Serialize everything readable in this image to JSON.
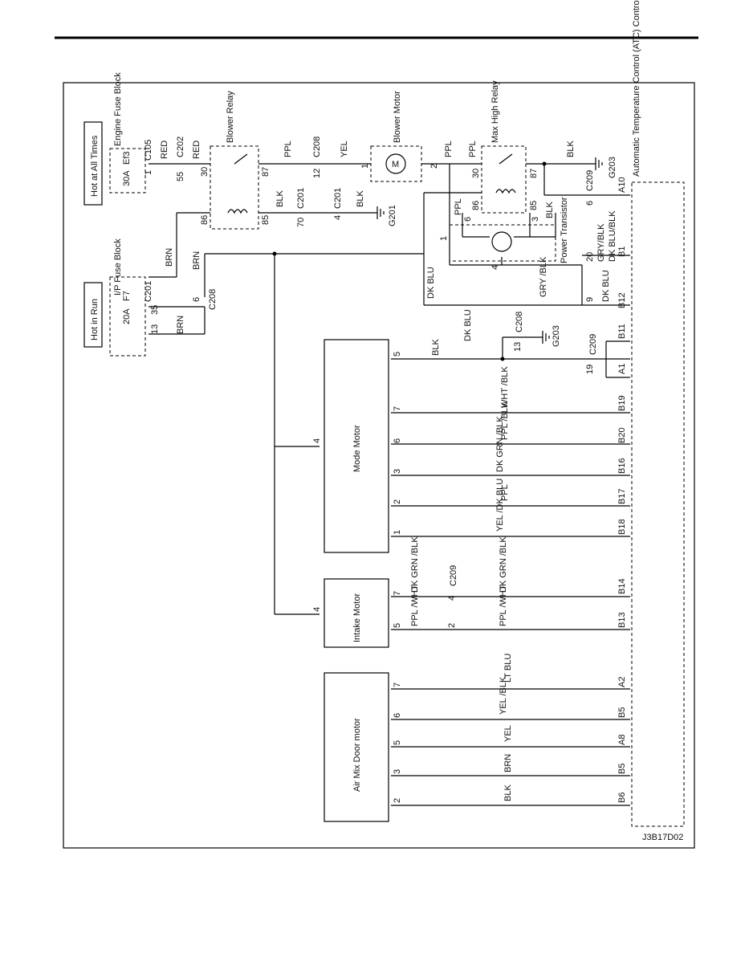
{
  "diagram_id": "J3B17D02",
  "power": {
    "hot_at_all_times": "Hot at All Times",
    "hot_in_run": "Hot in Run",
    "engine_fuse_block": "Engine Fuse Block",
    "ip_fuse_block": "I/P Fuse Block",
    "fuse_ef3": {
      "rating": "30A",
      "name": "Ef3"
    },
    "fuse_f7": {
      "rating": "20A",
      "name": "F7"
    }
  },
  "components": {
    "blower_relay": "Blower Relay",
    "blower_motor": "Blower Motor",
    "motor_symbol": "M",
    "max_high_relay": "Max High Relay",
    "power_transistor": "Power Transistor",
    "mode_motor": "Mode Motor",
    "intake_motor": "Intake Motor",
    "air_mix_door_motor": "Air Mix Door motor",
    "atc_controller": "Automatic Temperature Control (ATC) Controller"
  },
  "connectors": {
    "c105": "C105",
    "c202": "C202",
    "c208": "C208",
    "c201": "C201",
    "c209": "C209",
    "g201": "G201",
    "g203": "G203"
  },
  "wires": {
    "red": "RED",
    "brn": "BRN",
    "ppl": "PPL",
    "yel": "YEL",
    "blk": "BLK",
    "dk_blu": "DK BLU",
    "gry_blk": "GRY/BLK",
    "dk_blu_blk": "DK BLU/BLK",
    "gry_blk_split": "GRY /BLK",
    "dk_blu_split": "DK BLU",
    "wht_blk": "WHT /BLK",
    "ppl_blk": "PPL /BLK",
    "dk_grn_blk": "DK GRN /BLK",
    "yel_dk_blu": "YEL /DK BLU",
    "dk_grn_blk2": "DK GRN /BLK",
    "ppl_wht": "PPL /WHT",
    "lt_blu": "LT BLU",
    "yel_blk": "YEL /BLK"
  },
  "pins": {
    "ef3_1": "1",
    "c202_55": "55",
    "relay_30": "30",
    "relay_87": "87",
    "relay_86": "86",
    "relay_85": "85",
    "c208_12": "12",
    "c201_70": "70",
    "c201_4": "4",
    "motor_1": "1",
    "motor_2": "2",
    "max_30": "30",
    "max_87": "87",
    "max_86": "86",
    "max_85": "85",
    "max_6": "6",
    "max_3": "3",
    "c209_6": "6",
    "c209_20": "20",
    "pt_1": "1",
    "pt_4": "4",
    "dk_9": "9",
    "f7_35": "35",
    "f7_13": "13",
    "c208_6": "6",
    "c208_13": "13",
    "c209_19": "19",
    "mode_5": "5",
    "mode_7": "7",
    "mode_6": "6",
    "mode_3": "3",
    "mode_2": "2",
    "mode_1": "1",
    "mode_4": "4",
    "intake_7": "7",
    "intake_5": "5",
    "intake_4": "4",
    "c209_4": "4",
    "c209_2": "2",
    "amd_7": "7",
    "amd_6": "6",
    "amd_5": "5",
    "amd_3": "3",
    "amd_2": "2",
    "a10": "A10",
    "b1": "B1",
    "b12": "B12",
    "b11": "B11",
    "a1": "A1",
    "b19": "B19",
    "b20": "B20",
    "b16": "B16",
    "b17": "B17",
    "b18": "B18",
    "b14": "B14",
    "b13": "B13",
    "a2": "A2",
    "b5a": "B5",
    "a8": "A8",
    "b5b": "B5",
    "b6": "B6"
  }
}
